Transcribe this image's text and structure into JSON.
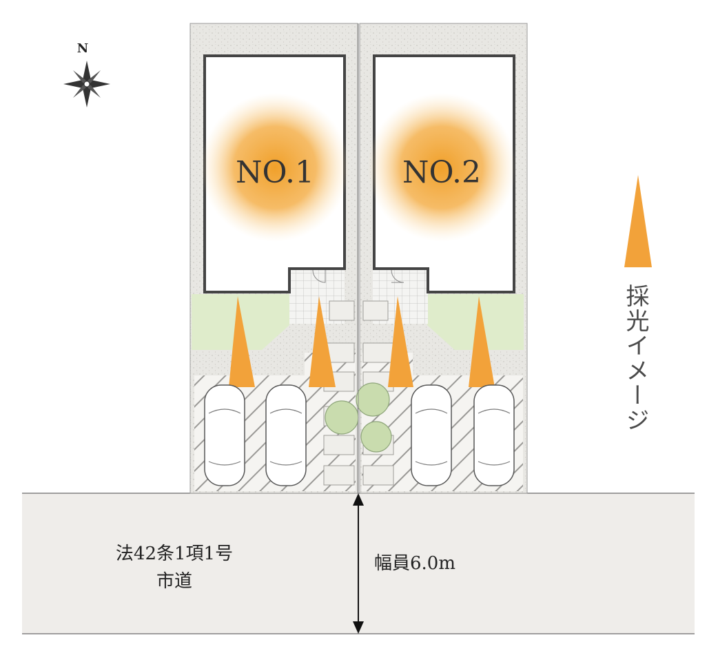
{
  "compass": {
    "label": "N"
  },
  "lots": [
    {
      "label": "NO.1"
    },
    {
      "label": "NO.2"
    }
  ],
  "legend": {
    "label": "採光イメージ"
  },
  "road": {
    "classification": "法42条1項1号",
    "type": "市道",
    "width_label": "幅員6.0m"
  },
  "colors": {
    "lot_fill": "#e7e6e2",
    "garden_fill": "#dfeccb",
    "road_fill": "#efedea",
    "light_orange": "#f2a640",
    "wall": "#4a4a4a"
  }
}
